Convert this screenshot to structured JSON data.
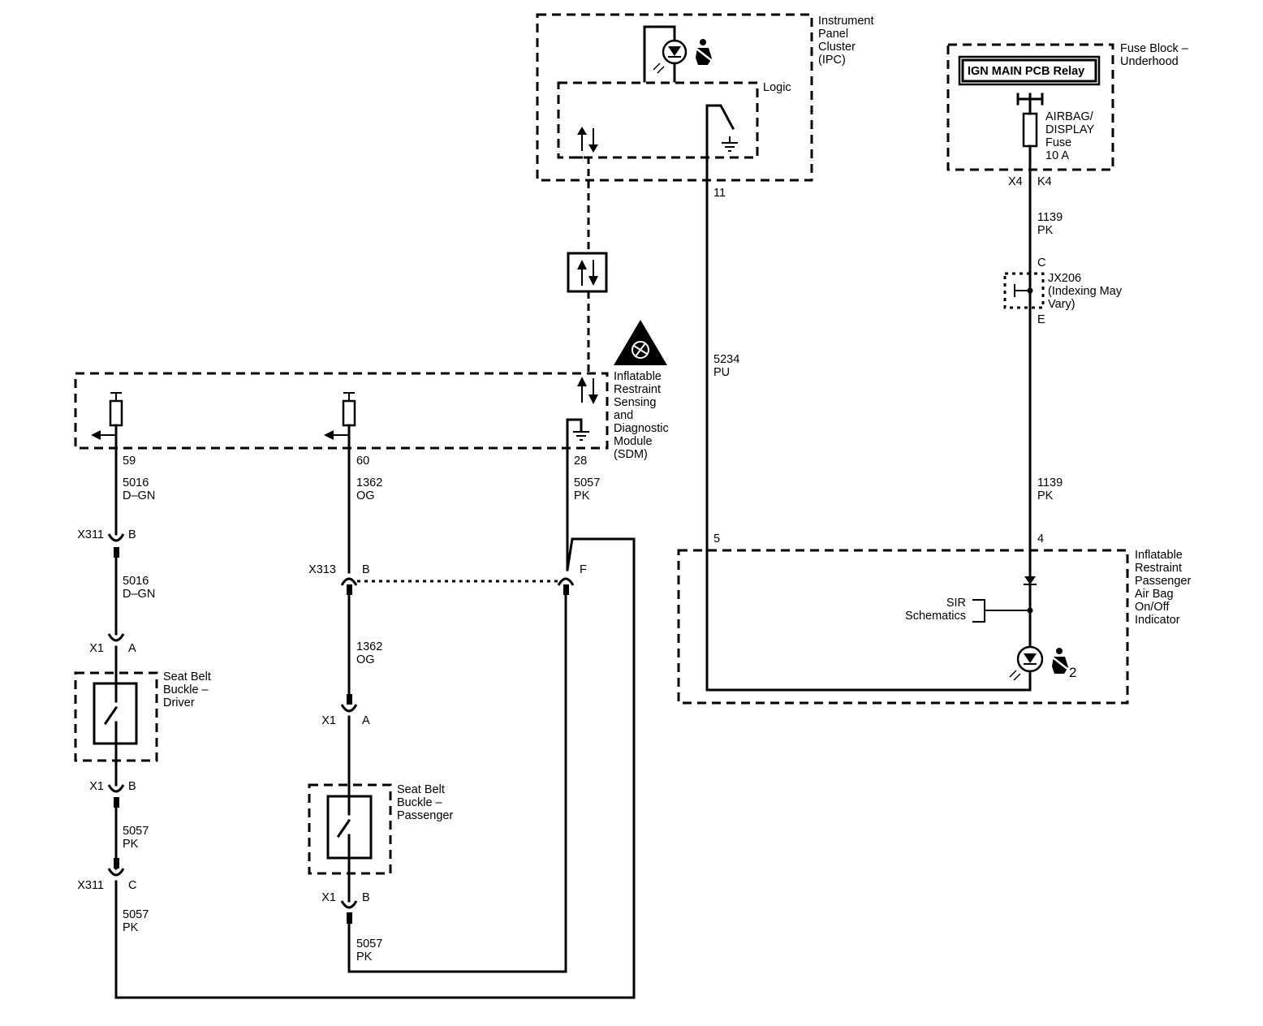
{
  "ipc": {
    "title": [
      "Instrument",
      "Panel",
      "Cluster",
      "(IPC)"
    ],
    "logic_label": "Logic",
    "pin_11": "11"
  },
  "fuse_block": {
    "title": [
      "Fuse Block –",
      "Underhood"
    ],
    "relay_label": "IGN MAIN PCB Relay",
    "fuse_label": [
      "AIRBAG/",
      "DISPLAY",
      "Fuse",
      "10 A"
    ],
    "conn_x4": "X4",
    "conn_k4": "K4"
  },
  "wire_1139_top": {
    "circuit": "1139",
    "color": "PK"
  },
  "jx206": {
    "pin_c": "C",
    "label": [
      "JX206",
      "(Indexing May",
      "Vary)"
    ],
    "pin_e": "E"
  },
  "wire_1139_bottom": {
    "circuit": "1139",
    "color": "PK"
  },
  "wire_5234": {
    "circuit": "5234",
    "color": "PU"
  },
  "sdm": {
    "title": [
      "Inflatable",
      "Restraint",
      "Sensing",
      "and",
      "Diagnostic",
      "Module",
      "(SDM)"
    ],
    "pin_59": "59",
    "pin_60": "60",
    "pin_28": "28"
  },
  "wire_5016_a": {
    "circuit": "5016",
    "color": "D–GN"
  },
  "wire_5016_b": {
    "circuit": "5016",
    "color": "D–GN"
  },
  "wire_1362_a": {
    "circuit": "1362",
    "color": "OG"
  },
  "wire_1362_b": {
    "circuit": "1362",
    "color": "OG"
  },
  "wire_5057_sdm": {
    "circuit": "5057",
    "color": "PK"
  },
  "wire_5057_driver_a": {
    "circuit": "5057",
    "color": "PK"
  },
  "wire_5057_driver_b": {
    "circuit": "5057",
    "color": "PK"
  },
  "wire_5057_pass": {
    "circuit": "5057",
    "color": "PK"
  },
  "x311_top": {
    "name": "X311",
    "pin": "B"
  },
  "x311_bottom": {
    "name": "X311",
    "pin": "C"
  },
  "x313": {
    "name": "X313",
    "pin_b": "B",
    "pin_f": "F"
  },
  "x1_driver_a": {
    "name": "X1",
    "pin": "A"
  },
  "x1_driver_b": {
    "name": "X1",
    "pin": "B"
  },
  "x1_pass_a": {
    "name": "X1",
    "pin": "A"
  },
  "x1_pass_b": {
    "name": "X1",
    "pin": "B"
  },
  "buckle_driver": {
    "label": [
      "Seat Belt",
      "Buckle –",
      "Driver"
    ]
  },
  "buckle_passenger": {
    "label": [
      "Seat Belt",
      "Buckle –",
      "Passenger"
    ]
  },
  "indicator": {
    "title": [
      "Inflatable",
      "Restraint",
      "Passenger",
      "Air Bag",
      "On/Off",
      "Indicator"
    ],
    "pin_5": "5",
    "pin_4": "4",
    "sir_label": [
      "SIR",
      "Schematics"
    ],
    "lamp_number": "2"
  }
}
